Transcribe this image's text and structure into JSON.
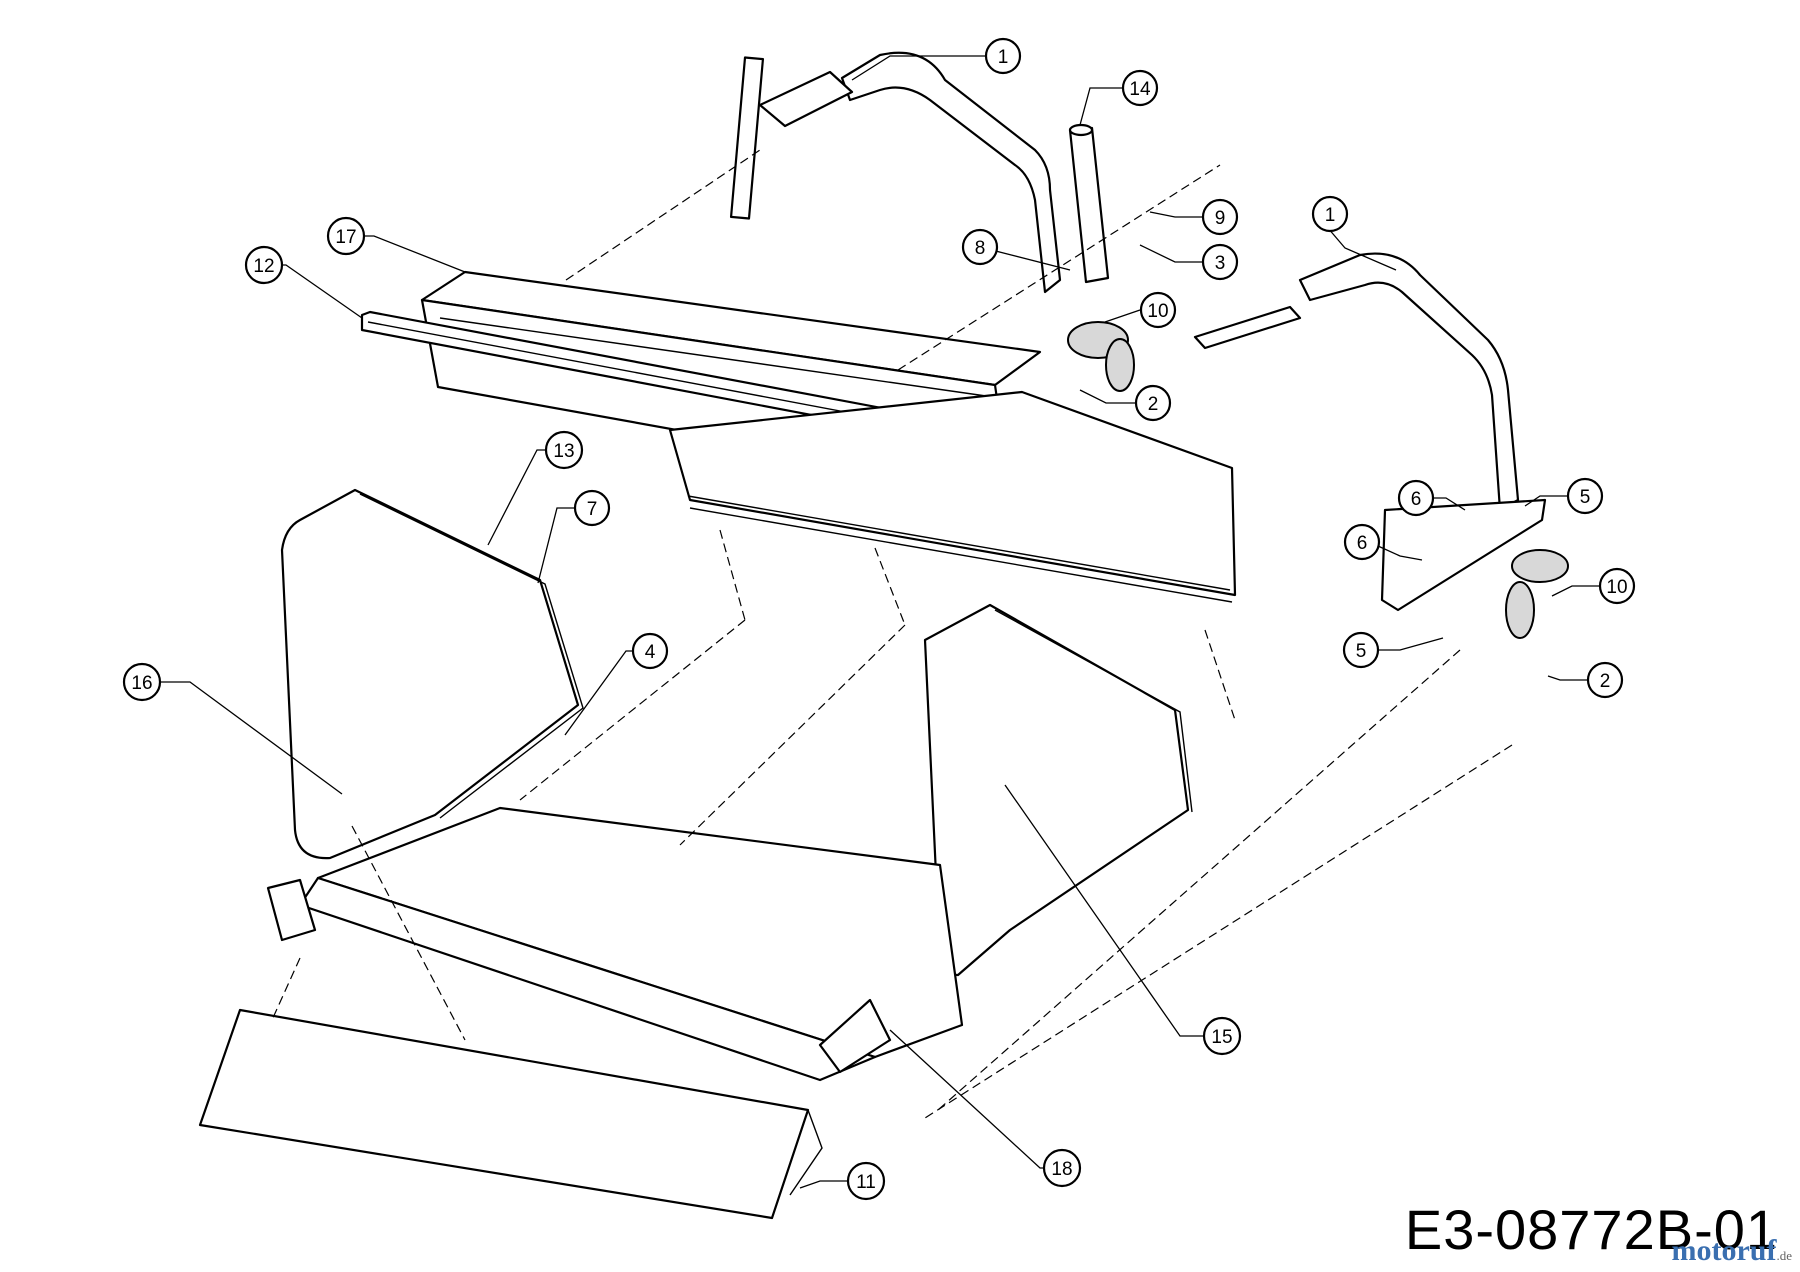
{
  "drawing": {
    "code": "E3-08772B-01",
    "watermark": {
      "main": "motoruf",
      "suffix": ".de"
    }
  },
  "callouts": [
    "1",
    "14",
    "9",
    "17",
    "8",
    "3",
    "12",
    "10",
    "2",
    "1",
    "13",
    "7",
    "6",
    "5",
    "6",
    "10",
    "4",
    "5",
    "2",
    "16",
    "15",
    "18",
    "11"
  ]
}
